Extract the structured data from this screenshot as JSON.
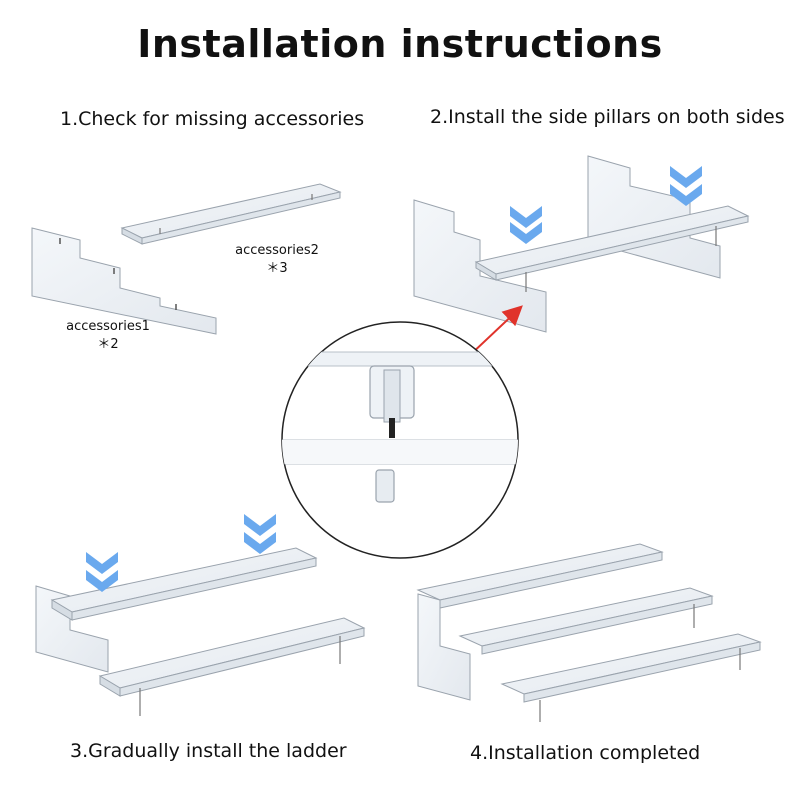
{
  "title": "Installation instructions",
  "steps": [
    {
      "label": "1.Check for missing accessories"
    },
    {
      "label": "2.Install the side pillars on both sides"
    },
    {
      "label": "3.Gradually install the ladder"
    },
    {
      "label": "4.Installation completed"
    }
  ],
  "accessories": [
    {
      "name": "accessories1",
      "qty": "＊2"
    },
    {
      "name": "accessories2",
      "qty": "＊3"
    }
  ],
  "colors": {
    "arrow_blue": "#6aa9ee",
    "pointer_red": "#e0332b",
    "acrylic_edge": "#9aa3ad"
  }
}
